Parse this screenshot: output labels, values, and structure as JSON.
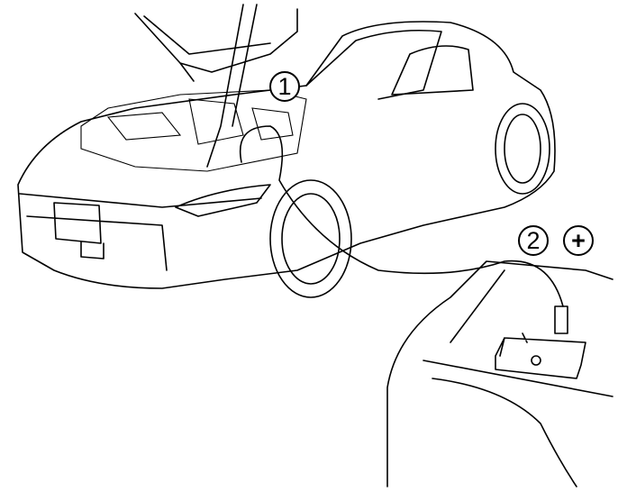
{
  "figure": {
    "subject": "car-with-jumper-cable-to-booster-battery",
    "callouts": [
      {
        "id": "callout-1",
        "label": "1"
      },
      {
        "id": "callout-2",
        "label": "2"
      },
      {
        "id": "callout-plus",
        "label": "+"
      }
    ],
    "colors": {
      "line": "#000000",
      "background": "#ffffff"
    }
  }
}
